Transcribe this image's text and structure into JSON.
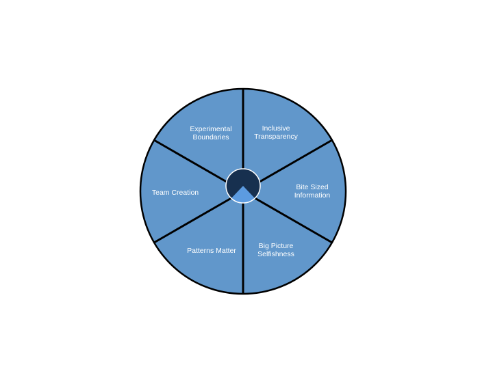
{
  "diagram": {
    "segments": [
      {
        "lines": [
          "Experimental",
          "Boundaries"
        ]
      },
      {
        "lines": [
          "Inclusive",
          "Transparency"
        ]
      },
      {
        "lines": [
          "Bite Sized",
          "Information"
        ]
      },
      {
        "lines": [
          "Big Picture",
          "Selfishness"
        ]
      },
      {
        "lines": [
          "Patterns Matter"
        ]
      },
      {
        "lines": [
          "Team Creation"
        ]
      }
    ],
    "colors": {
      "segment": "#6197cb",
      "hub": "#17304f",
      "hub_wedge": "#5c9be0",
      "divider": "#000000"
    }
  }
}
